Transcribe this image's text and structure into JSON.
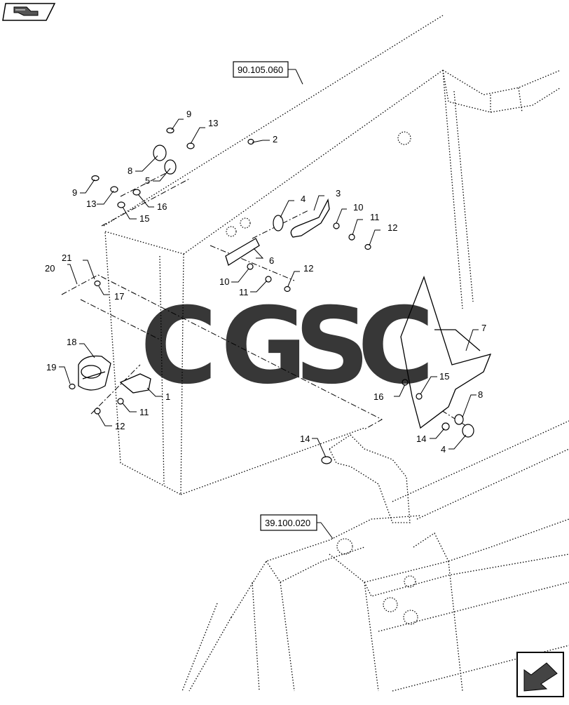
{
  "header": {
    "nav_icon": "hand-pointer-icon"
  },
  "footer": {
    "nav_icon": "arrow-hand-icon"
  },
  "references": {
    "top": "90.105.060",
    "bottom": "39.100.020"
  },
  "watermark": {
    "letters": [
      "C",
      "G",
      "S",
      "C"
    ],
    "colors": [
      "#6ea8f7",
      "#f28a80",
      "#f7d86a",
      "#5dbd8c"
    ]
  },
  "callouts": {
    "c1": "1",
    "c2": "2",
    "c3": "3",
    "c4a": "4",
    "c4b": "4",
    "c5": "5",
    "c6": "6",
    "c7": "7",
    "c8a": "8",
    "c8b": "8",
    "c9a": "9",
    "c9b": "9",
    "c10a": "10",
    "c10b": "10",
    "c11a": "11",
    "c11b": "11",
    "c11c": "11",
    "c12a": "12",
    "c12b": "12",
    "c12c": "12",
    "c13a": "13",
    "c13b": "13",
    "c14a": "14",
    "c14b": "14",
    "c15a": "15",
    "c15b": "15",
    "c16a": "16",
    "c16b": "16",
    "c17": "17",
    "c18": "18",
    "c19": "19",
    "c20": "20",
    "c21": "21"
  }
}
